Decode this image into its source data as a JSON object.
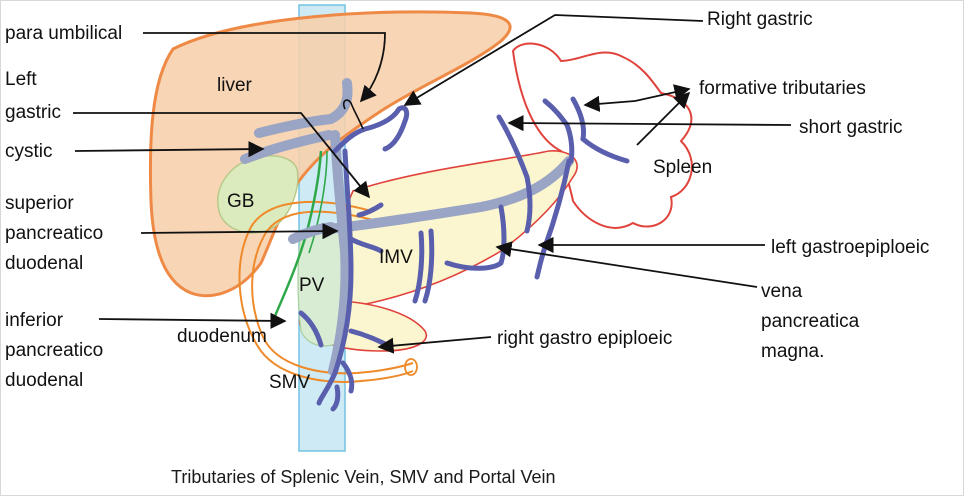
{
  "labels": {
    "para_umbilical": "para umbilical",
    "left_gastric_1": "Left",
    "left_gastric_2": "gastric",
    "cystic": "cystic",
    "superior_1": "superior",
    "superior_2": "pancreatico",
    "superior_3": "duodenal",
    "inferior_1": "inferior",
    "inferior_2": "pancreatico",
    "inferior_3": "duodenal",
    "duodenum": "duodenum",
    "smv": "SMV",
    "liver": "liver",
    "gb": "GB",
    "pv": "PV",
    "imv": "IMV",
    "right_gastric": "Right gastric",
    "formative_tributaries": "formative tributaries",
    "short_gastric": "short gastric",
    "spleen": "Spleen",
    "left_gastroepiploeic": "left gastroepiploeic",
    "vena_1": "vena",
    "vena_2": "pancreatica",
    "vena_3": "magna.",
    "right_gastro_epiploeic": "right gastro epiploeic"
  },
  "caption": "Tributaries of Splenic Vein, SMV and Portal Vein",
  "colors": {
    "liver_fill": "#f6d0ad",
    "liver_stroke": "#ee8a45",
    "pancreas_fill": "#fbf6cf",
    "gb_fill": "#dcebbe",
    "pv_fill": "#d8ecd3",
    "spine_fill": "#c5e7f4",
    "vein_dark": "#5a5fad",
    "vein_light": "#9aa4c4",
    "spleen_stroke": "#e0433c",
    "duct_green": "#2fa84a",
    "duodenum_stroke": "#ef8a2a",
    "arrow": "#111111"
  }
}
